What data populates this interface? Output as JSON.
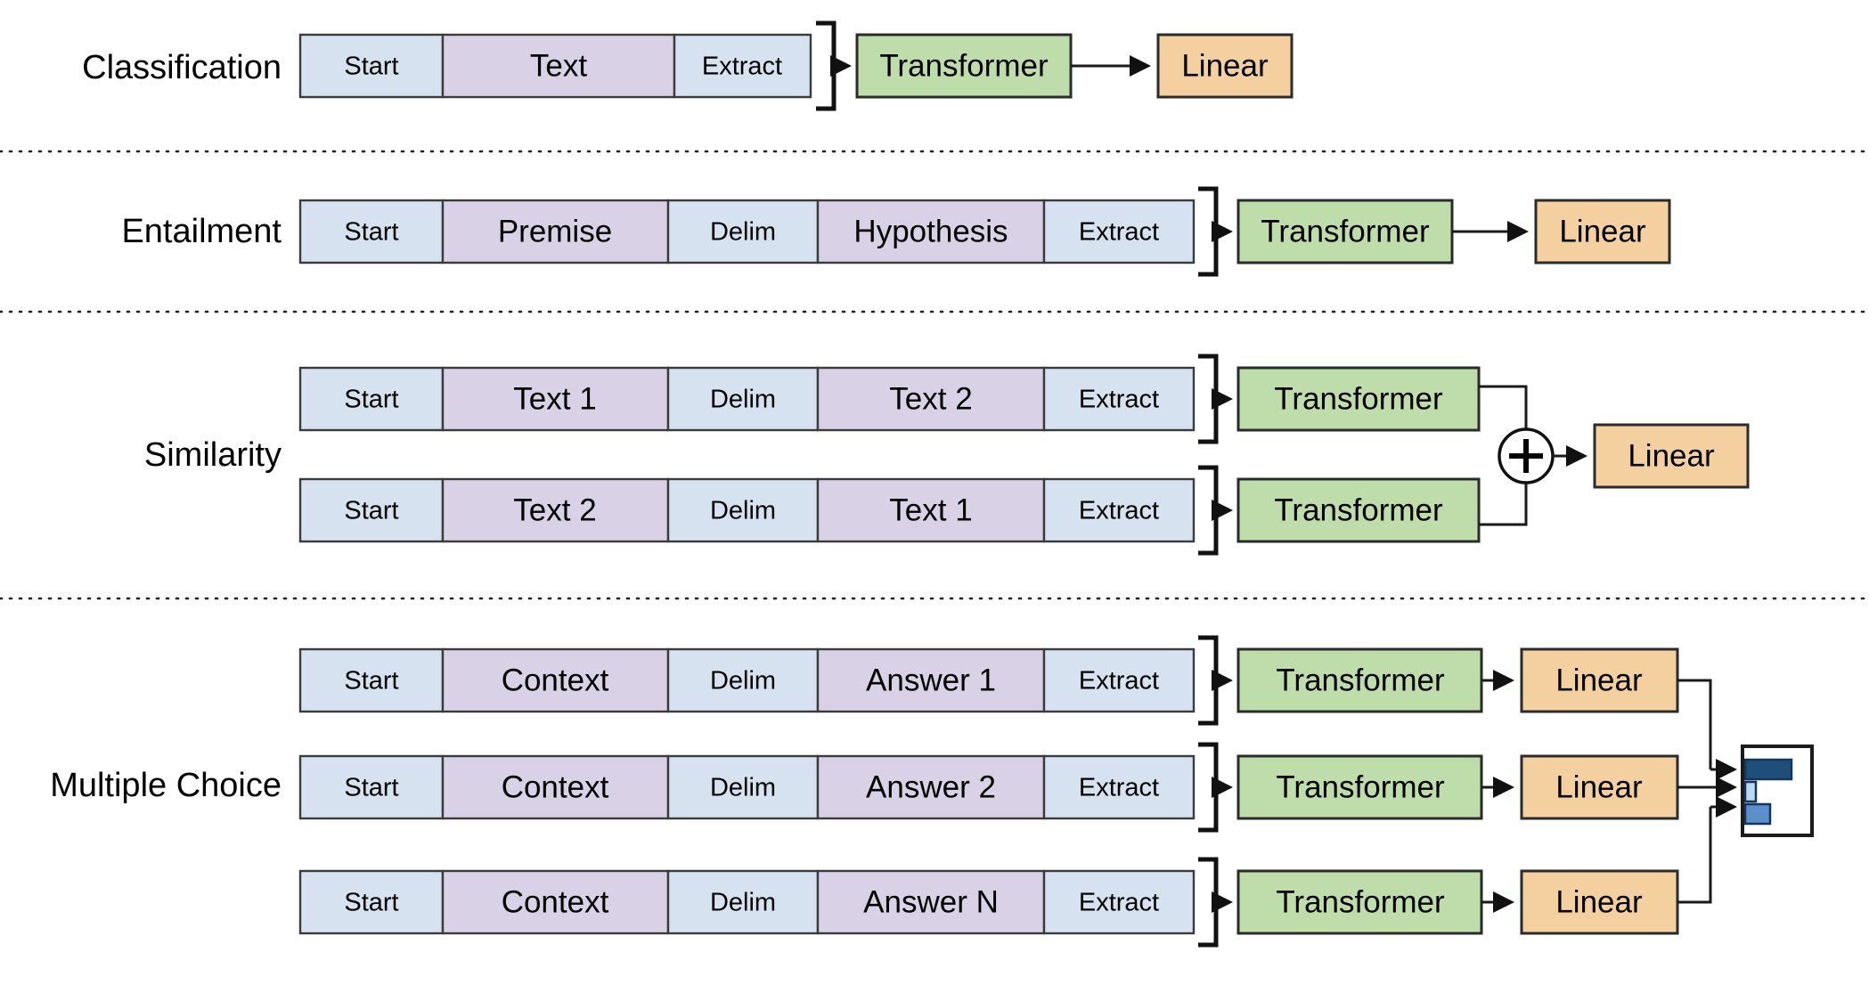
{
  "figure": {
    "title": "Transformer input transformations for fine-tuning tasks",
    "background": "#ffffff"
  },
  "palette": {
    "token_blue": "#d6e2f0",
    "token_purple": "#d9d2e6",
    "transformer_green": "#bfdcab",
    "linear_orange": "#f4cf9f",
    "outline": "#2b2b2b",
    "bar_dark": "#1f4e79",
    "bar_mid": "#5b8fc9",
    "bar_light": "#bdd7ee",
    "divider": "#222222"
  },
  "labels": {
    "classification": "Classification",
    "entailment": "Entailment",
    "similarity": "Similarity",
    "multiple_choice": "Multiple Choice"
  },
  "block_labels": {
    "transformer": "Transformer",
    "linear": "Linear",
    "plus": "+"
  },
  "rows": [
    {
      "name": "classification",
      "label": "Classification",
      "sequences": [
        {
          "segments": [
            {
              "text": "Start",
              "type": "special",
              "size": "small"
            },
            {
              "text": "Text",
              "type": "content",
              "size": "big"
            },
            {
              "text": "Extract",
              "type": "special",
              "size": "small"
            }
          ]
        }
      ],
      "blocks": [
        "Transformer",
        "Linear"
      ]
    },
    {
      "name": "entailment",
      "label": "Entailment",
      "sequences": [
        {
          "segments": [
            {
              "text": "Start",
              "type": "special",
              "size": "small"
            },
            {
              "text": "Premise",
              "type": "content",
              "size": "big"
            },
            {
              "text": "Delim",
              "type": "special",
              "size": "small"
            },
            {
              "text": "Hypothesis",
              "type": "content",
              "size": "big"
            },
            {
              "text": "Extract",
              "type": "special",
              "size": "small"
            }
          ]
        }
      ],
      "blocks": [
        "Transformer",
        "Linear"
      ]
    },
    {
      "name": "similarity",
      "label": "Similarity",
      "sequences": [
        {
          "segments": [
            {
              "text": "Start",
              "type": "special",
              "size": "small"
            },
            {
              "text": "Text 1",
              "type": "content",
              "size": "big"
            },
            {
              "text": "Delim",
              "type": "special",
              "size": "small"
            },
            {
              "text": "Text 2",
              "type": "content",
              "size": "big"
            },
            {
              "text": "Extract",
              "type": "special",
              "size": "small"
            }
          ]
        },
        {
          "segments": [
            {
              "text": "Start",
              "type": "special",
              "size": "small"
            },
            {
              "text": "Text 2",
              "type": "content",
              "size": "big"
            },
            {
              "text": "Delim",
              "type": "special",
              "size": "small"
            },
            {
              "text": "Text 1",
              "type": "content",
              "size": "big"
            },
            {
              "text": "Extract",
              "type": "special",
              "size": "small"
            }
          ]
        }
      ],
      "blocks": [
        "Transformer",
        "Transformer",
        "+",
        "Linear"
      ]
    },
    {
      "name": "multiple-choice",
      "label": "Multiple Choice",
      "sequences": [
        {
          "segments": [
            {
              "text": "Start",
              "type": "special",
              "size": "small"
            },
            {
              "text": "Context",
              "type": "content",
              "size": "big"
            },
            {
              "text": "Delim",
              "type": "special",
              "size": "small"
            },
            {
              "text": "Answer 1",
              "type": "content",
              "size": "big"
            },
            {
              "text": "Extract",
              "type": "special",
              "size": "small"
            }
          ]
        },
        {
          "segments": [
            {
              "text": "Start",
              "type": "special",
              "size": "small"
            },
            {
              "text": "Context",
              "type": "content",
              "size": "big"
            },
            {
              "text": "Delim",
              "type": "special",
              "size": "small"
            },
            {
              "text": "Answer 2",
              "type": "content",
              "size": "big"
            },
            {
              "text": "Extract",
              "type": "special",
              "size": "small"
            }
          ]
        },
        {
          "segments": [
            {
              "text": "Start",
              "type": "special",
              "size": "small"
            },
            {
              "text": "Context",
              "type": "content",
              "size": "big"
            },
            {
              "text": "Delim",
              "type": "special",
              "size": "small"
            },
            {
              "text": "Answer N",
              "type": "content",
              "size": "big"
            },
            {
              "text": "Extract",
              "type": "special",
              "size": "small"
            }
          ]
        }
      ],
      "blocks": [
        "Transformer",
        "Linear",
        "Transformer",
        "Linear",
        "Transformer",
        "Linear"
      ]
    }
  ],
  "chart_data": {
    "type": "bar",
    "orientation": "horizontal",
    "title": "",
    "xlabel": "",
    "ylabel": "",
    "categories": [
      "Answer 1",
      "Answer 2",
      "Answer N"
    ],
    "values": [
      100,
      22,
      55
    ],
    "xlim": [
      0,
      130
    ],
    "grid": false,
    "legend": false,
    "colors": [
      "#1f4e79",
      "#bdd7ee",
      "#5b8fc9"
    ]
  }
}
